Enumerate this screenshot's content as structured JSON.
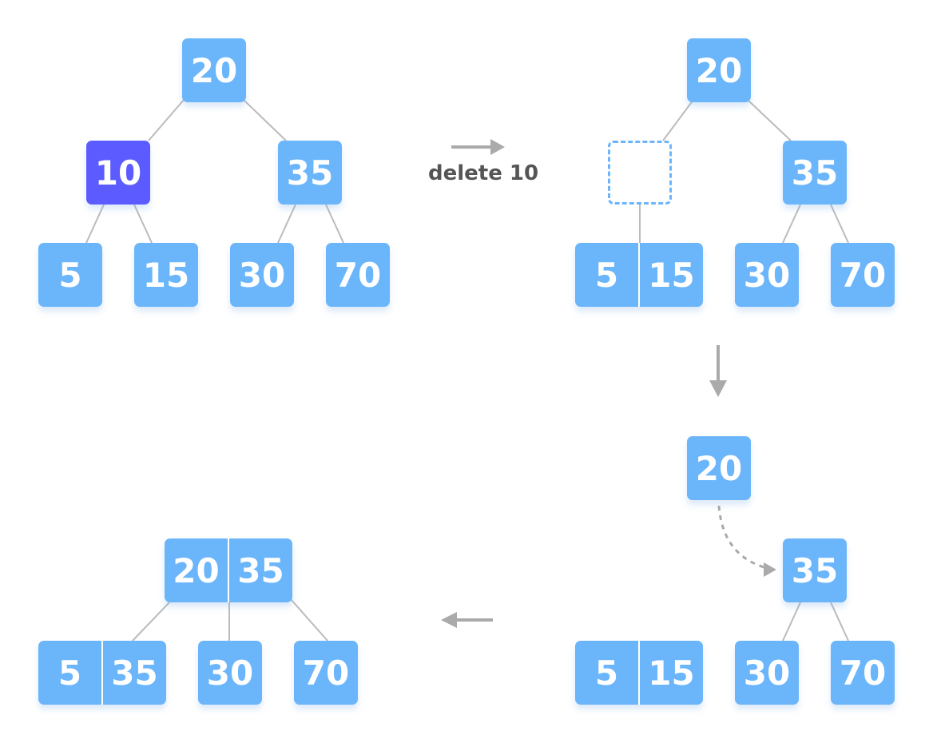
{
  "colors": {
    "node": "#6BB5FB",
    "highlight": "#5C5BFF",
    "edge": "#BBBBBB",
    "arrow": "#AAAAAA",
    "label": "#555555"
  },
  "step1": {
    "root": "20",
    "left": "10",
    "right": "35",
    "leaf_a": "5",
    "leaf_b": "15",
    "leaf_c": "30",
    "leaf_d": "70"
  },
  "arrow_label": "delete 10",
  "step2": {
    "root": "20",
    "right": "35",
    "merged": [
      "5",
      "15"
    ],
    "leaf_c": "30",
    "leaf_d": "70"
  },
  "step3": {
    "root": "20",
    "right": "35",
    "merged": [
      "5",
      "15"
    ],
    "leaf_c": "30",
    "leaf_d": "70"
  },
  "step4": {
    "root": [
      "20",
      "35"
    ],
    "merged": [
      "5",
      "35"
    ],
    "leaf_c": "30",
    "leaf_d": "70"
  }
}
